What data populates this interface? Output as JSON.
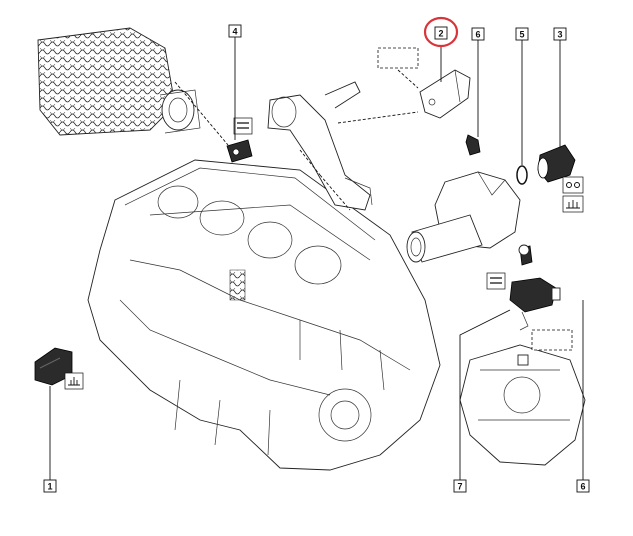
{
  "callouts": [
    {
      "id": "c1",
      "label": "1"
    },
    {
      "id": "c2",
      "label": "2",
      "highlighted": true
    },
    {
      "id": "c3",
      "label": "3"
    },
    {
      "id": "c4",
      "label": "4"
    },
    {
      "id": "c5",
      "label": "5"
    },
    {
      "id": "c6a",
      "label": "6"
    },
    {
      "id": "c6b",
      "label": "6"
    },
    {
      "id": "c7",
      "label": "7"
    }
  ],
  "colors": {
    "highlight": "#d9343a",
    "line": "#222222",
    "background": "#ffffff"
  },
  "icons": [
    "engine-block-icon",
    "sensor-icon",
    "wrench-spec-icon"
  ]
}
